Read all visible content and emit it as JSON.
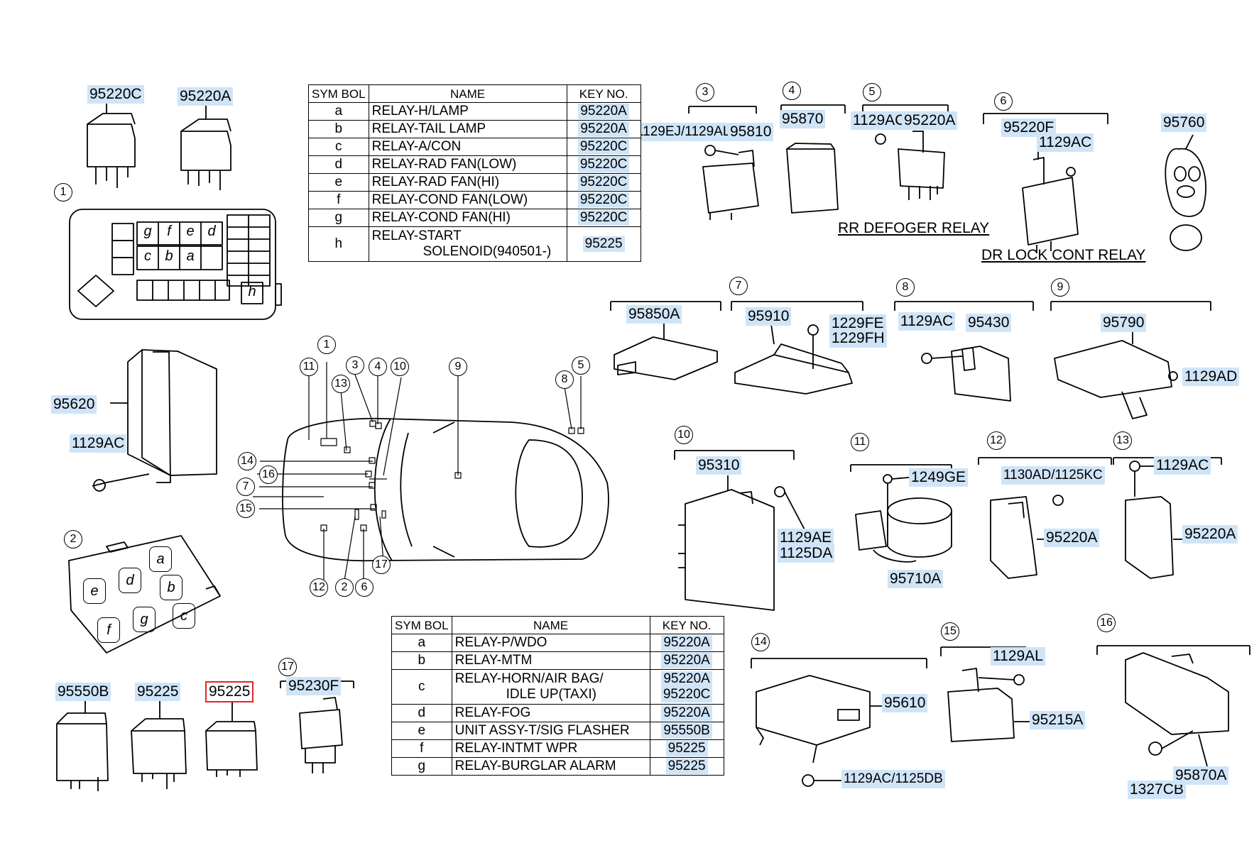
{
  "parts": {
    "p95220C_top": "95220C",
    "p95220A_top": "95220A",
    "p95620": "95620",
    "p1129AC_left": "1129AC",
    "p95550B": "95550B",
    "p95225_a": "95225",
    "p95225_b": "95225",
    "p95230F": "95230F",
    "p1129EJ": "1129EJ/1129AL",
    "p95810": "95810",
    "p95870": "95870",
    "p1129AC_5": "1129AC",
    "p95220A_5": "95220A",
    "p95220F": "95220F",
    "p1129AC_6": "1129AC",
    "p95760": "95760",
    "p95850A": "95850A",
    "p95910": "95910",
    "p1229FE": "1229FE",
    "p1229FH": "1229FH",
    "p1129AC_8": "1129AC",
    "p95430": "95430",
    "p95790": "95790",
    "p1129AD": "1129AD",
    "p95310": "95310",
    "p1129AE": "1129AE",
    "p1125DA": "1125DA",
    "p1249GE": "1249GE",
    "p95710A": "95710A",
    "p1130AD": "1130AD/1125KC",
    "p95220A_12": "95220A",
    "p1129AC_13": "1129AC",
    "p95220A_13": "95220A",
    "p95610": "95610",
    "p1129AC_14": "1129AC/1125DB",
    "p1129AL_15": "1129AL",
    "p95215A": "95215A",
    "p1327CB": "1327CB",
    "p95870A": "95870A"
  },
  "captions": {
    "rr_defoger": "RR DEFOGER RELAY",
    "dr_lock": "DR LOCK CONT RELAY"
  },
  "callouts": [
    "1",
    "2",
    "3",
    "4",
    "5",
    "6",
    "7",
    "8",
    "9",
    "10",
    "11",
    "12",
    "13",
    "14",
    "15",
    "16",
    "17"
  ],
  "box1_letters": [
    "g",
    "f",
    "e",
    "d",
    "c",
    "b",
    "a",
    "h"
  ],
  "box2_letters": [
    "a",
    "b",
    "c",
    "d",
    "e",
    "f",
    "g"
  ],
  "table_top": {
    "headers": [
      "SYM BOL",
      "NAME",
      "KEY NO."
    ],
    "rows": [
      {
        "sym": "a",
        "name": "RELAY-H/LAMP",
        "key": "95220A"
      },
      {
        "sym": "b",
        "name": "RELAY-TAIL LAMP",
        "key": "95220A"
      },
      {
        "sym": "c",
        "name": "RELAY-A/CON",
        "key": "95220C"
      },
      {
        "sym": "d",
        "name": "RELAY-RAD FAN(LOW)",
        "key": "95220C"
      },
      {
        "sym": "e",
        "name": "RELAY-RAD FAN(HI)",
        "key": "95220C"
      },
      {
        "sym": "f",
        "name": "RELAY-COND FAN(LOW)",
        "key": "95220C"
      },
      {
        "sym": "g",
        "name": "RELAY-COND FAN(HI)",
        "key": "95220C"
      },
      {
        "sym": "h",
        "name": "RELAY-START",
        "name2": "SOLENOID(940501-)",
        "key": "95225"
      }
    ]
  },
  "table_bottom": {
    "headers": [
      "SYM BOL",
      "NAME",
      "KEY NO."
    ],
    "rows": [
      {
        "sym": "a",
        "name": "RELAY-P/WDO",
        "key": "95220A"
      },
      {
        "sym": "b",
        "name": "RELAY-MTM",
        "key": "95220A"
      },
      {
        "sym": "c",
        "name": "RELAY-HORN/AIR BAG/",
        "name2": "IDLE UP(TAXI)",
        "key": "95220A",
        "key2": "95220C"
      },
      {
        "sym": "d",
        "name": "RELAY-FOG",
        "key": "95220A"
      },
      {
        "sym": "e",
        "name": "UNIT ASSY-T/SIG FLASHER",
        "key": "95550B"
      },
      {
        "sym": "f",
        "name": "RELAY-INTMT WPR",
        "key": "95225"
      },
      {
        "sym": "g",
        "name": "RELAY-BURGLAR ALARM",
        "key": "95225"
      }
    ]
  },
  "colors": {
    "label_bg": "#cfe4f7",
    "selected_outline": "#e0262a"
  }
}
